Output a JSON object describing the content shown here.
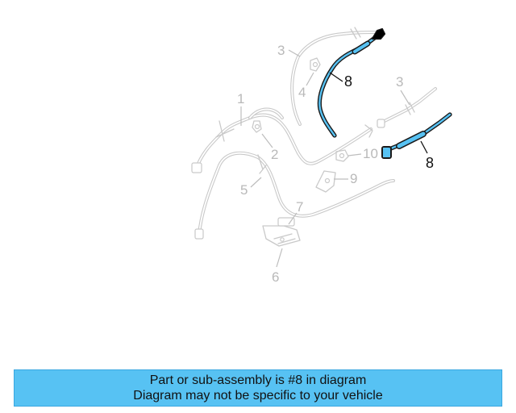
{
  "diagram": {
    "highlight_color": "#57c2f3",
    "callouts": {
      "c1": "1",
      "c2": "2",
      "c3a": "3",
      "c3b": "3",
      "c4": "4",
      "c5": "5",
      "c6": "6",
      "c7": "7",
      "c8a": "8",
      "c8b": "8",
      "c9": "9",
      "c10": "10"
    }
  },
  "banner": {
    "background": "#57c2f3",
    "line1": "Part or sub-assembly is #8 in diagram",
    "line2": "Diagram may not be specific to your vehicle"
  }
}
